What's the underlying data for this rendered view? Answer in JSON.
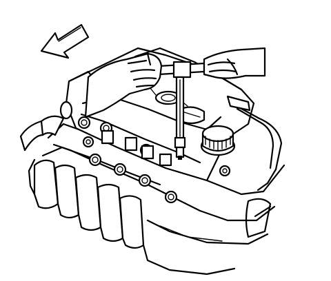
{
  "figure": {
    "stroke_color": "#000000",
    "background_color": "#ffffff",
    "parts": {
      "arrow": "direction-arrow",
      "cover": "engine-valve-cover",
      "tool": "socket-wrench-with-extension",
      "hands": "technician-hands",
      "cap": "oil-filler-cap",
      "manifold": "intake-manifold",
      "hoses": "breather-hoses"
    }
  }
}
